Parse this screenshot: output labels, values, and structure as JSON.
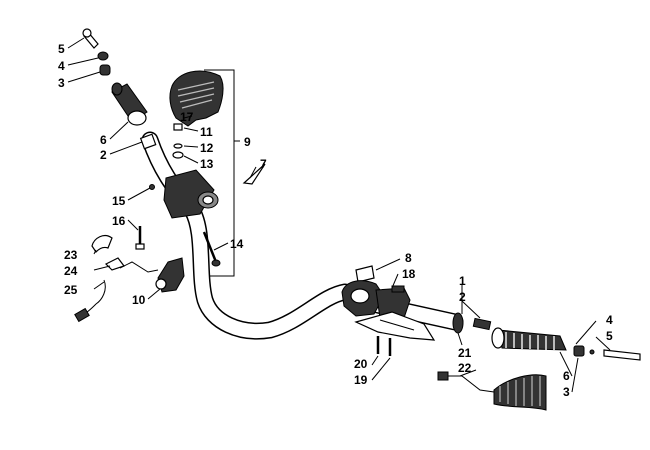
{
  "labels": [
    {
      "id": "l5a",
      "text": "5"
    },
    {
      "id": "l4a",
      "text": "4"
    },
    {
      "id": "l3a",
      "text": "3"
    },
    {
      "id": "l17",
      "text": "17"
    },
    {
      "id": "l6a",
      "text": "6"
    },
    {
      "id": "l2a",
      "text": "2"
    },
    {
      "id": "l11",
      "text": "11"
    },
    {
      "id": "l9",
      "text": "9"
    },
    {
      "id": "l12",
      "text": "12"
    },
    {
      "id": "l13",
      "text": "13"
    },
    {
      "id": "l7",
      "text": "7"
    },
    {
      "id": "l15",
      "text": "15"
    },
    {
      "id": "l16",
      "text": "16"
    },
    {
      "id": "l14",
      "text": "14"
    },
    {
      "id": "l23",
      "text": "23"
    },
    {
      "id": "l24",
      "text": "24"
    },
    {
      "id": "l25",
      "text": "25"
    },
    {
      "id": "l10",
      "text": "10"
    },
    {
      "id": "l8",
      "text": "8"
    },
    {
      "id": "l18",
      "text": "18"
    },
    {
      "id": "l1",
      "text": "1"
    },
    {
      "id": "l2b",
      "text": "2"
    },
    {
      "id": "l4b",
      "text": "4"
    },
    {
      "id": "l5b",
      "text": "5"
    },
    {
      "id": "l21",
      "text": "21"
    },
    {
      "id": "l20",
      "text": "20"
    },
    {
      "id": "l19",
      "text": "19"
    },
    {
      "id": "l6b",
      "text": "6"
    },
    {
      "id": "l3b",
      "text": "3"
    },
    {
      "id": "l22",
      "text": "22"
    }
  ]
}
